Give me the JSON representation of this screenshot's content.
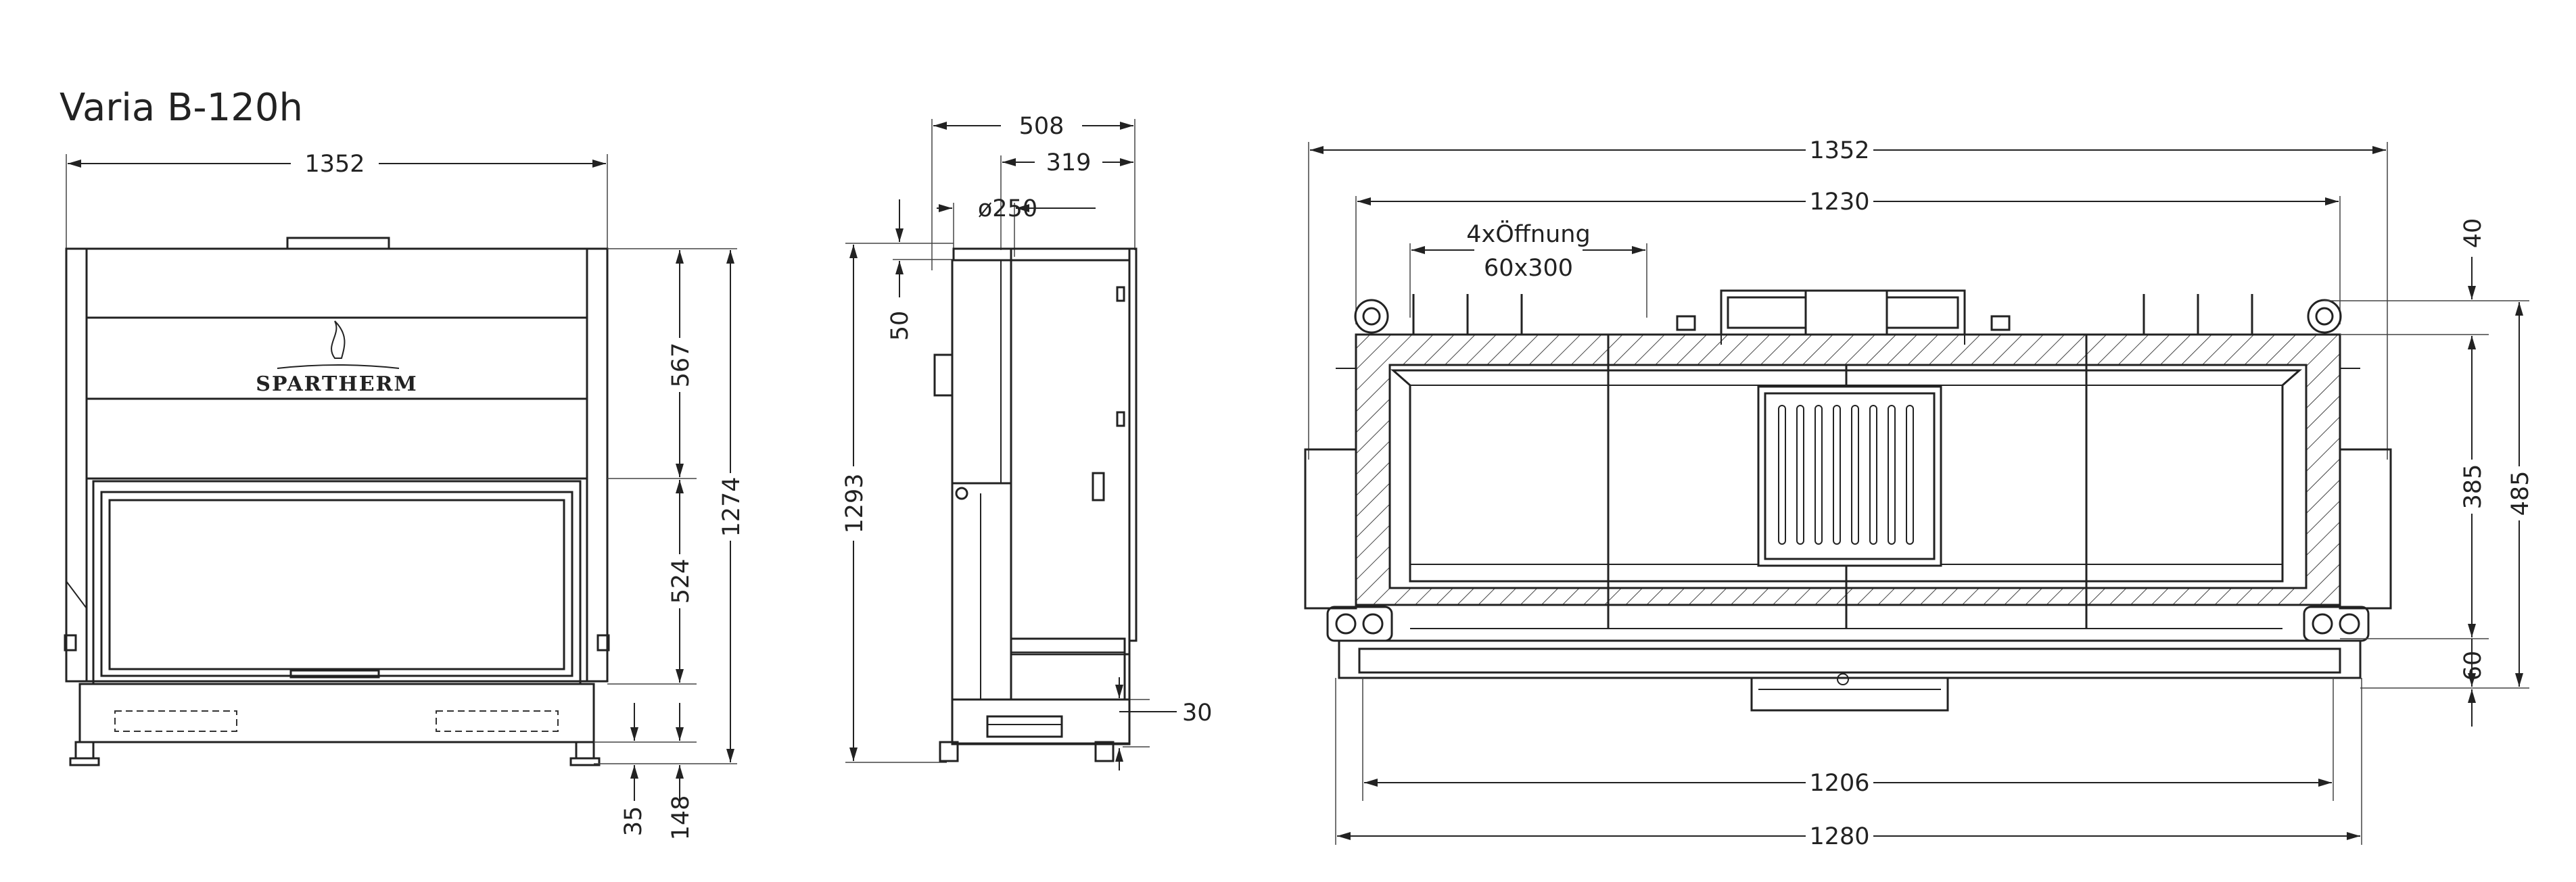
{
  "title": "Varia  B-120h",
  "brand": "SPARTHERM",
  "front_view": {
    "dims": {
      "width": "1352",
      "top_section": "567",
      "middle_section": "524",
      "total_height": "1274",
      "foot": "35",
      "base": "148"
    }
  },
  "side_view": {
    "dims": {
      "depth": "508",
      "depth_partial": "319",
      "flue": "ø250",
      "flue_offset": "50",
      "height": "1293",
      "bottom": "30"
    }
  },
  "top_view": {
    "dims": {
      "outer_width": "1352",
      "inner_width": "1230",
      "opening_note_line1": "4xÖffnung",
      "opening_note_line2": "60x300",
      "right_top": "40",
      "right_mid": "385",
      "right_total": "485",
      "right_bottom": "60",
      "width_1206": "1206",
      "width_1280": "1280"
    }
  }
}
